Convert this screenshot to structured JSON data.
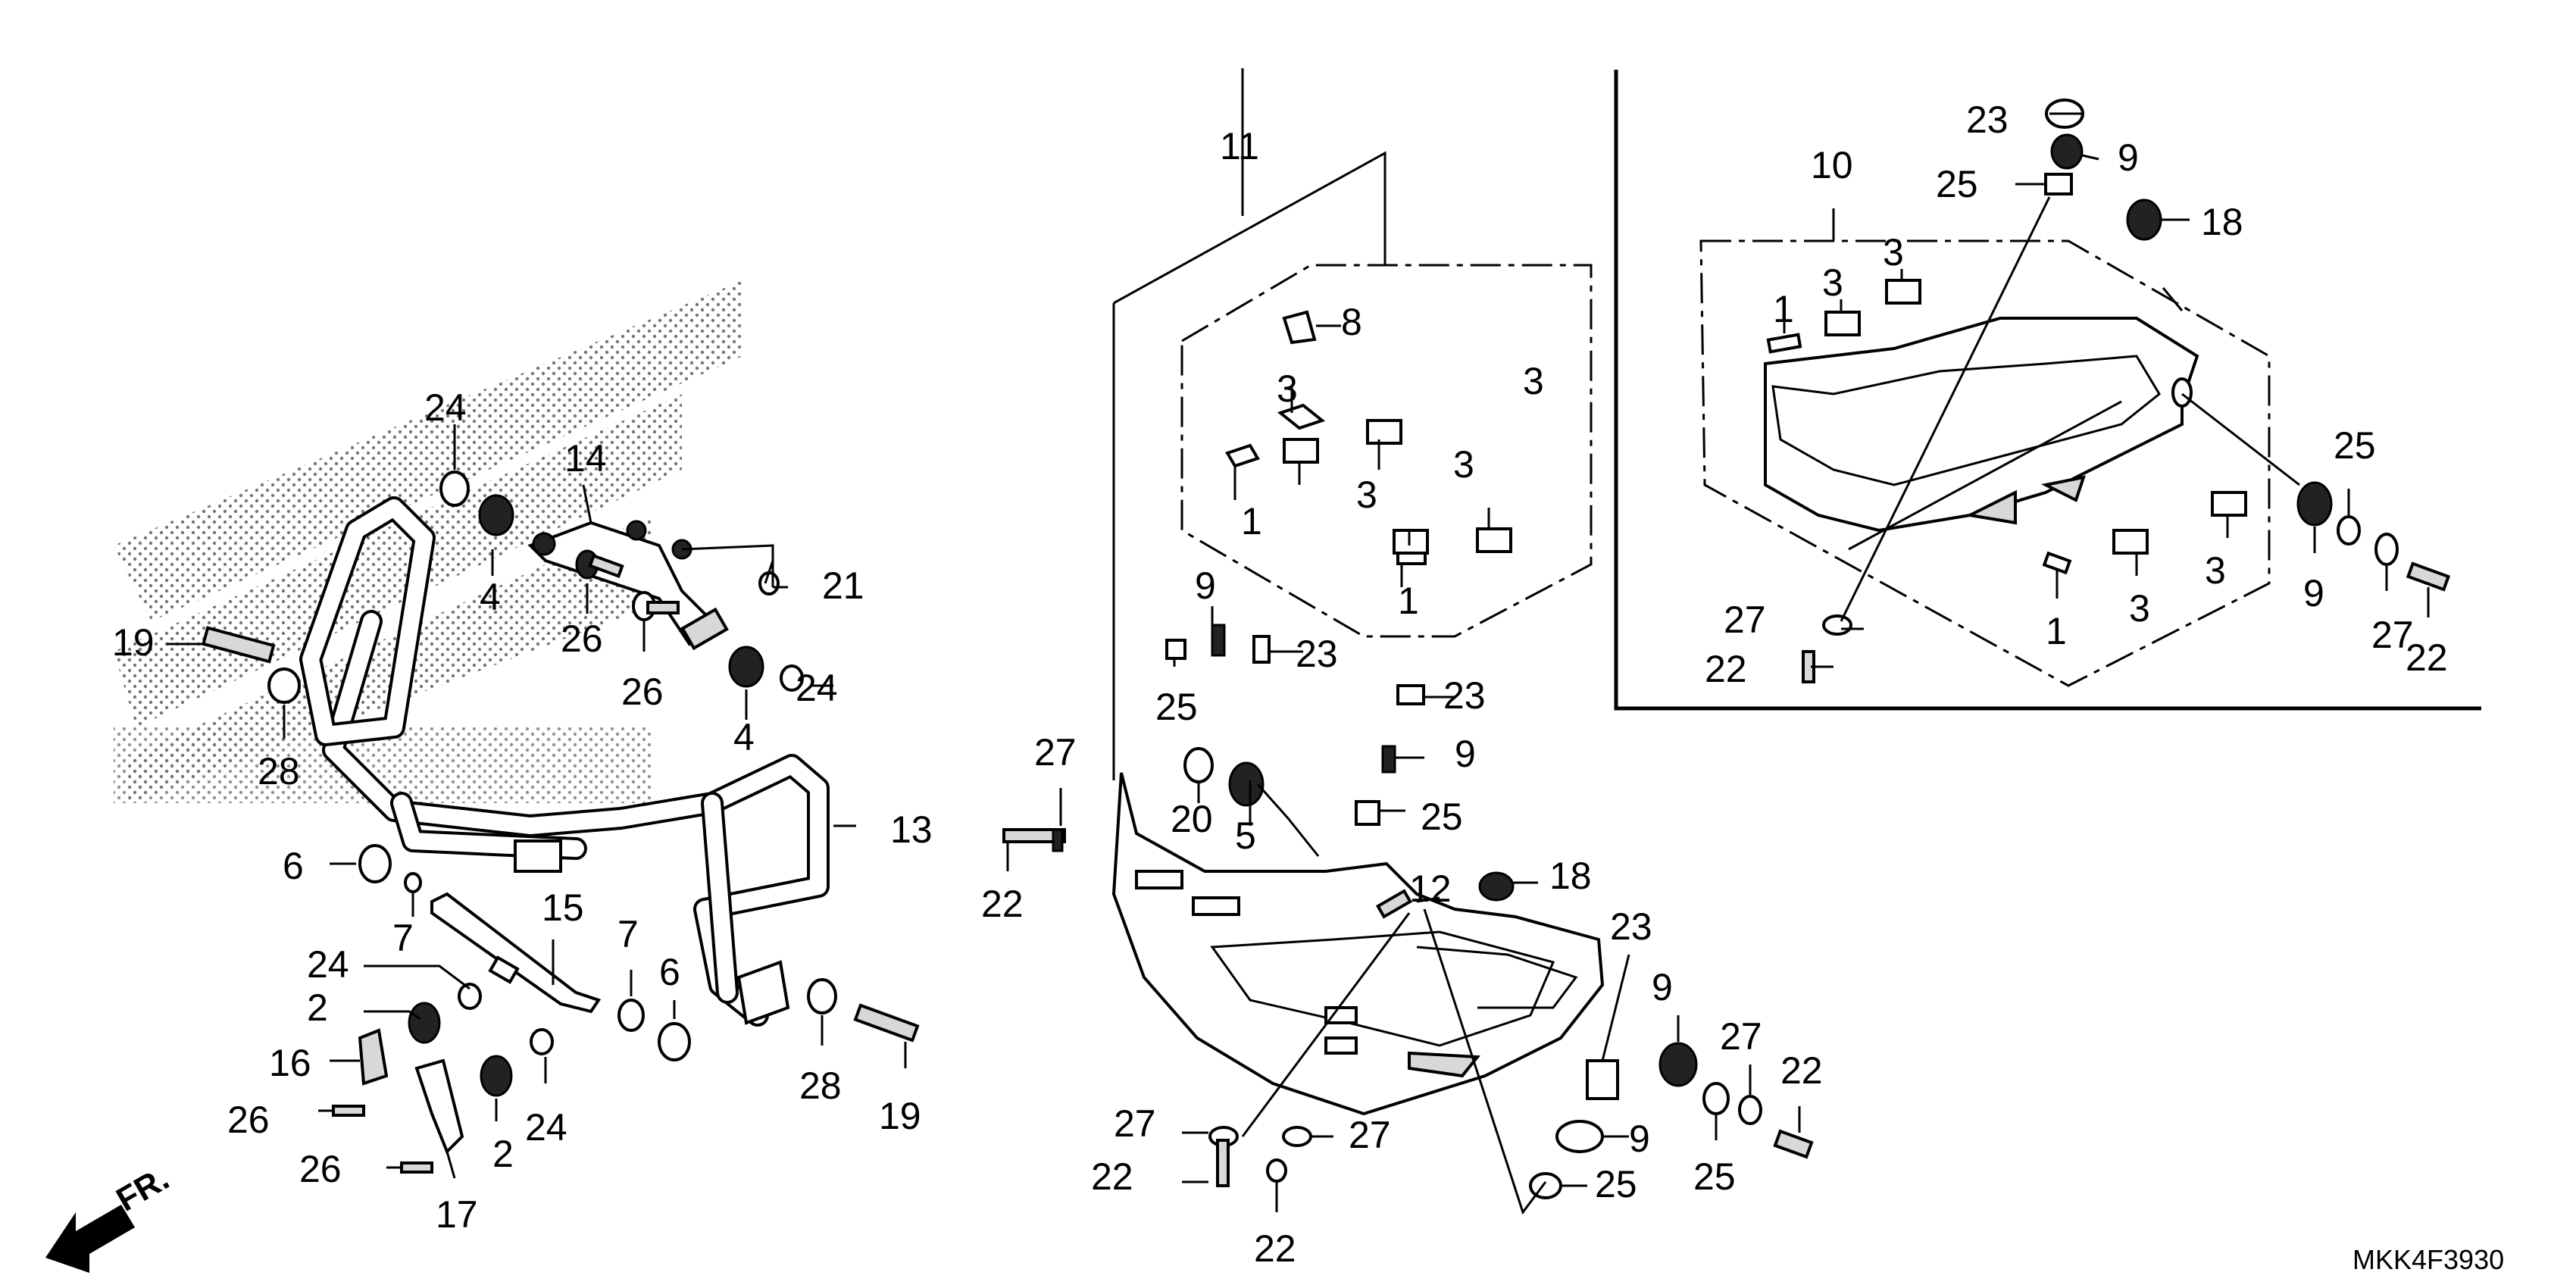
{
  "diagram_ref": "MKK4F3930",
  "direction_label": "FR.",
  "callouts": [
    {
      "id": "c-1a",
      "label": "1"
    },
    {
      "id": "c-1b",
      "label": "1"
    },
    {
      "id": "c-1c",
      "label": "1"
    },
    {
      "id": "c-1d",
      "label": "1"
    },
    {
      "id": "c-2a",
      "label": "2"
    },
    {
      "id": "c-2b",
      "label": "2"
    },
    {
      "id": "c-3a",
      "label": "3"
    },
    {
      "id": "c-3b",
      "label": "3"
    },
    {
      "id": "c-3c",
      "label": "3"
    },
    {
      "id": "c-3d",
      "label": "3"
    },
    {
      "id": "c-3e",
      "label": "3"
    },
    {
      "id": "c-3f",
      "label": "3"
    },
    {
      "id": "c-3g",
      "label": "3"
    },
    {
      "id": "c-3h",
      "label": "3"
    },
    {
      "id": "c-4a",
      "label": "4"
    },
    {
      "id": "c-4b",
      "label": "4"
    },
    {
      "id": "c-5",
      "label": "5"
    },
    {
      "id": "c-6a",
      "label": "6"
    },
    {
      "id": "c-6b",
      "label": "6"
    },
    {
      "id": "c-7a",
      "label": "7"
    },
    {
      "id": "c-7b",
      "label": "7"
    },
    {
      "id": "c-8",
      "label": "8"
    },
    {
      "id": "c-9a",
      "label": "9"
    },
    {
      "id": "c-9b",
      "label": "9"
    },
    {
      "id": "c-9c",
      "label": "9"
    },
    {
      "id": "c-9d",
      "label": "9"
    },
    {
      "id": "c-9e",
      "label": "9"
    },
    {
      "id": "c-9f",
      "label": "9"
    },
    {
      "id": "c-10",
      "label": "10"
    },
    {
      "id": "c-11",
      "label": "11"
    },
    {
      "id": "c-12",
      "label": "12"
    },
    {
      "id": "c-13",
      "label": "13"
    },
    {
      "id": "c-14",
      "label": "14"
    },
    {
      "id": "c-15",
      "label": "15"
    },
    {
      "id": "c-16",
      "label": "16"
    },
    {
      "id": "c-17",
      "label": "17"
    },
    {
      "id": "c-18a",
      "label": "18"
    },
    {
      "id": "c-18b",
      "label": "18"
    },
    {
      "id": "c-19a",
      "label": "19"
    },
    {
      "id": "c-19b",
      "label": "19"
    },
    {
      "id": "c-20",
      "label": "20"
    },
    {
      "id": "c-21",
      "label": "21"
    },
    {
      "id": "c-22a",
      "label": "22"
    },
    {
      "id": "c-22b",
      "label": "22"
    },
    {
      "id": "c-22c",
      "label": "22"
    },
    {
      "id": "c-22d",
      "label": "22"
    },
    {
      "id": "c-22e",
      "label": "22"
    },
    {
      "id": "c-22f",
      "label": "22"
    },
    {
      "id": "c-23a",
      "label": "23"
    },
    {
      "id": "c-23b",
      "label": "23"
    },
    {
      "id": "c-23c",
      "label": "23"
    },
    {
      "id": "c-23d",
      "label": "23"
    },
    {
      "id": "c-24a",
      "label": "24"
    },
    {
      "id": "c-24b",
      "label": "24"
    },
    {
      "id": "c-24c",
      "label": "24"
    },
    {
      "id": "c-24d",
      "label": "24"
    },
    {
      "id": "c-25a",
      "label": "25"
    },
    {
      "id": "c-25b",
      "label": "25"
    },
    {
      "id": "c-25c",
      "label": "25"
    },
    {
      "id": "c-25d",
      "label": "25"
    },
    {
      "id": "c-25e",
      "label": "25"
    },
    {
      "id": "c-25f",
      "label": "25"
    },
    {
      "id": "c-26a",
      "label": "26"
    },
    {
      "id": "c-26b",
      "label": "26"
    },
    {
      "id": "c-26c",
      "label": "26"
    },
    {
      "id": "c-26d",
      "label": "26"
    },
    {
      "id": "c-27a",
      "label": "27"
    },
    {
      "id": "c-27b",
      "label": "27"
    },
    {
      "id": "c-27c",
      "label": "27"
    },
    {
      "id": "c-27d",
      "label": "27"
    },
    {
      "id": "c-27e",
      "label": "27"
    },
    {
      "id": "c-27f",
      "label": "27"
    },
    {
      "id": "c-28a",
      "label": "28"
    },
    {
      "id": "c-28b",
      "label": "28"
    }
  ]
}
